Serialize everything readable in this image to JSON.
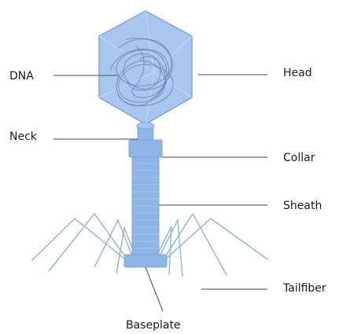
{
  "labels": {
    "dna": "DNA",
    "head": "Head",
    "neck": "Neck",
    "collar": "Collar",
    "sheath": "Sheath",
    "tail_fiber": "Tailfiber",
    "baseplate": "Baseplate"
  },
  "colors": {
    "capsid_fill": "#a9c6ee",
    "capsid_edge": "#7fa4d8",
    "structure_fill": "#8fb4e6",
    "dna_strand": "#5f7fb5",
    "fiber": "#8fb2dd",
    "leader_line": "#6b6b6b",
    "text": "#1a1a1a"
  }
}
